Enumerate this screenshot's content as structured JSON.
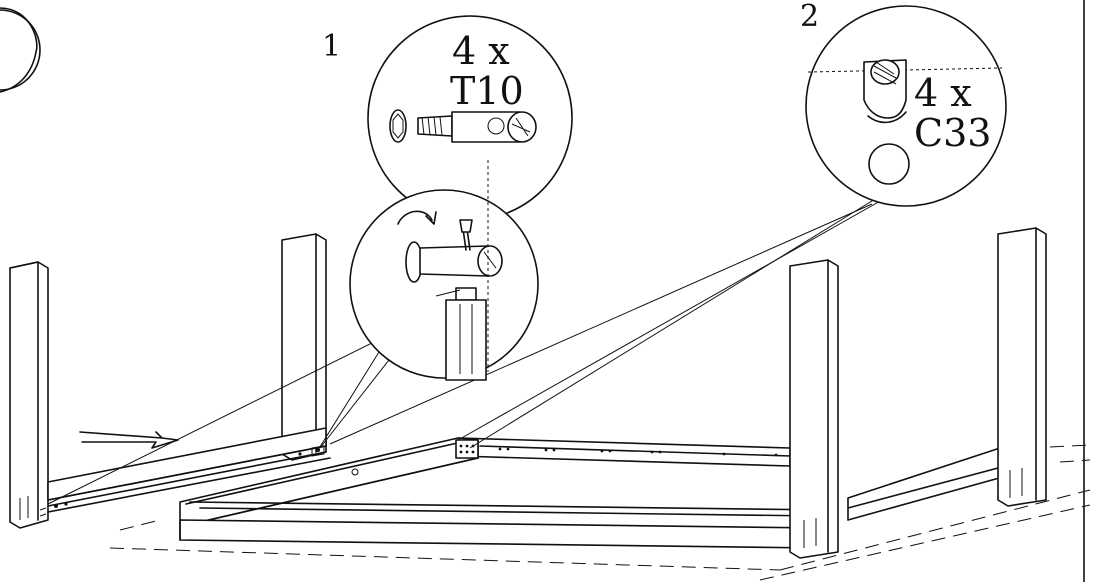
{
  "steps": [
    {
      "number": "1",
      "quantity": "4 x",
      "part": "T10"
    },
    {
      "number": "2",
      "quantity": "4 x",
      "part": "C33"
    }
  ],
  "icons": [
    "cam-bolt-icon",
    "screwdriver-icon",
    "rotate-arrow-icon",
    "cam-lock-nut-icon",
    "insert-direction-arrow-icon"
  ]
}
